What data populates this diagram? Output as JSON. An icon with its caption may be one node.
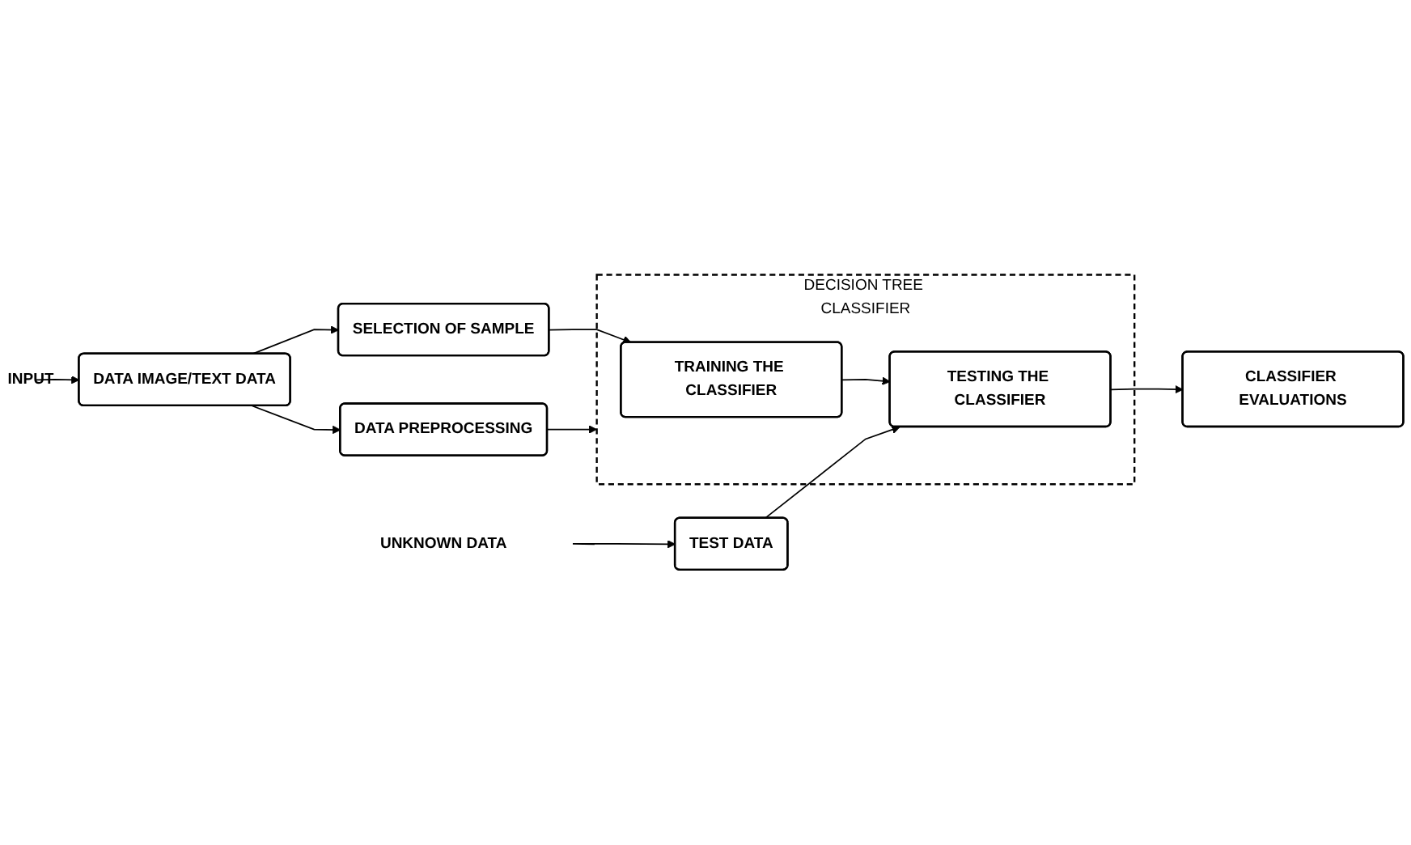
{
  "diagram": {
    "nodes": [
      {
        "text": [
          "INPUT"
        ]
      },
      {
        "text": [
          "DATA IMAGE/TEXT DATA"
        ]
      },
      {
        "text": [
          "DATA PREPROCESSING"
        ]
      },
      {
        "text": [
          "DECISION TREE CLASSIFIER"
        ]
      },
      {
        "text": [
          "TRAINING THE CLASSIFIER"
        ],
        "in": 3
      },
      {
        "text": [
          "TESTING THE CLASSIFIER"
        ],
        "in": 3
      },
      {
        "text": [
          "CLASSIFIER EVALUATIONS"
        ]
      },
      {
        "text": [
          "SELECTION OF SAMPLE"
        ]
      },
      {
        "text": [
          "TEST DATA"
        ]
      },
      {
        "text": [
          "UNKNOWN DATA"
        ]
      }
    ],
    "edges": [
      {
        "from": 0,
        "to": 1,
        "arrow": "to"
      },
      {
        "from": 1,
        "to": 2,
        "arrow": "to"
      },
      {
        "from": 2,
        "to": 3,
        "arrow": "to"
      },
      {
        "from": 1,
        "to": 7,
        "arrow": "to"
      },
      {
        "from": 7,
        "to": 4,
        "arrow": "to"
      },
      {
        "from": 4,
        "to": 5,
        "arrow": "to"
      },
      {
        "from": 5,
        "to": 6,
        "arrow": "to"
      },
      {
        "from": 8,
        "to": 5,
        "arrow": "to"
      },
      {
        "from": 9,
        "to": 8,
        "arrow": "to"
      }
    ]
  }
}
